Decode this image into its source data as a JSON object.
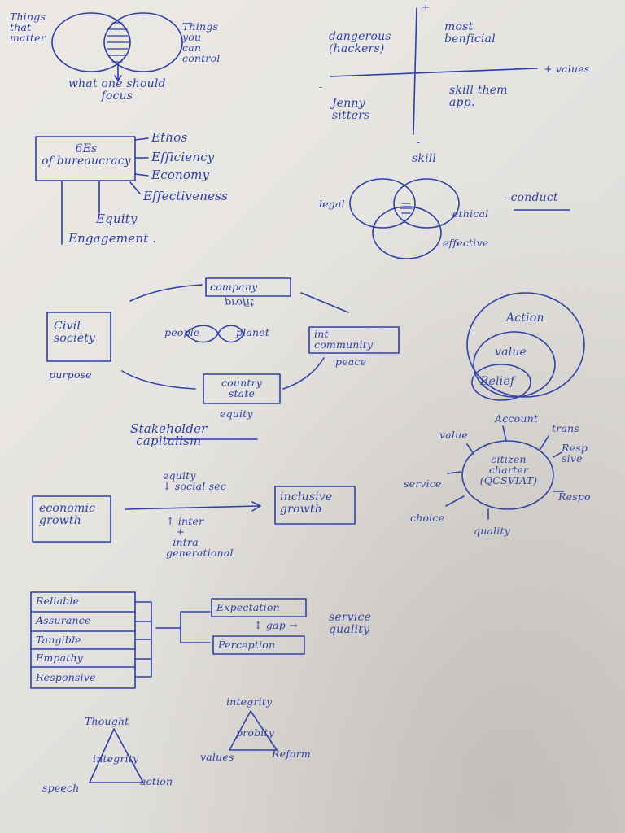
{
  "ink_color": "#2b3fa8",
  "venn_focus": {
    "left": "Things\nthat\nmatter",
    "right": "Things\nyou\ncan\ncontrol",
    "bottom": "what one should\nfocus"
  },
  "skill_values": {
    "top_left": "dangerous\n(hackers)",
    "top_right": "most\nbenficial",
    "bottom_left": "Jenny\nsitters",
    "bottom_right": "skill them\napp.",
    "plus_y": "+",
    "plus_x": "+ values",
    "minus_x": "-",
    "minus_y": "-",
    "y_axis": "skill"
  },
  "bureaucracy": {
    "box": "6Es\nof bureaucracy",
    "items": [
      "Ethos",
      "Efficiency",
      "Economy",
      "Effectiveness"
    ],
    "bottom": [
      "Equity",
      "Engagement ."
    ]
  },
  "venn_conduct": {
    "left": "legal",
    "right": "ethical",
    "right_note": "- conduct",
    "bottom": "effective"
  },
  "stakeholder": {
    "company": "company",
    "company_sub": "profit",
    "civil": "Civil\nsociety",
    "civil_sub": "purpose",
    "community": "int\ncommunity",
    "community_sub": "peace",
    "state": "country\nstate",
    "state_sub": "equity",
    "center_left": "people",
    "center_right": "planet",
    "caption": "Stakeholder\ncapitalism"
  },
  "nested": [
    "Action",
    "value",
    "Belief"
  ],
  "citizen": {
    "center": "citizen\ncharter\n(QCSVIAT)",
    "spokes": [
      "value",
      "Account",
      "trans",
      "Resp\nsive",
      "Respo",
      "quality",
      "choice",
      "service"
    ]
  },
  "growth": {
    "left": "economic\ngrowth",
    "right": "inclusive\ngrowth",
    "top": "equity\n↓ social sec",
    "bottom": "↑ inter\n   +\n  intra\ngenerational"
  },
  "servqual": {
    "items": [
      "Reliable",
      "Assurance",
      "Tangible",
      "Empathy",
      "Responsive"
    ],
    "exp": "Expectation",
    "gap": "↕ gap →",
    "perc": "Perception",
    "result": "service\nquality"
  },
  "triangles": {
    "t1_top": "Thought",
    "t1_center": "integrity",
    "t1_left": "speech",
    "t1_right": "action",
    "t2_top": "integrity",
    "t2_center": "probity",
    "t2_left": "values",
    "t2_right": "Reform"
  }
}
